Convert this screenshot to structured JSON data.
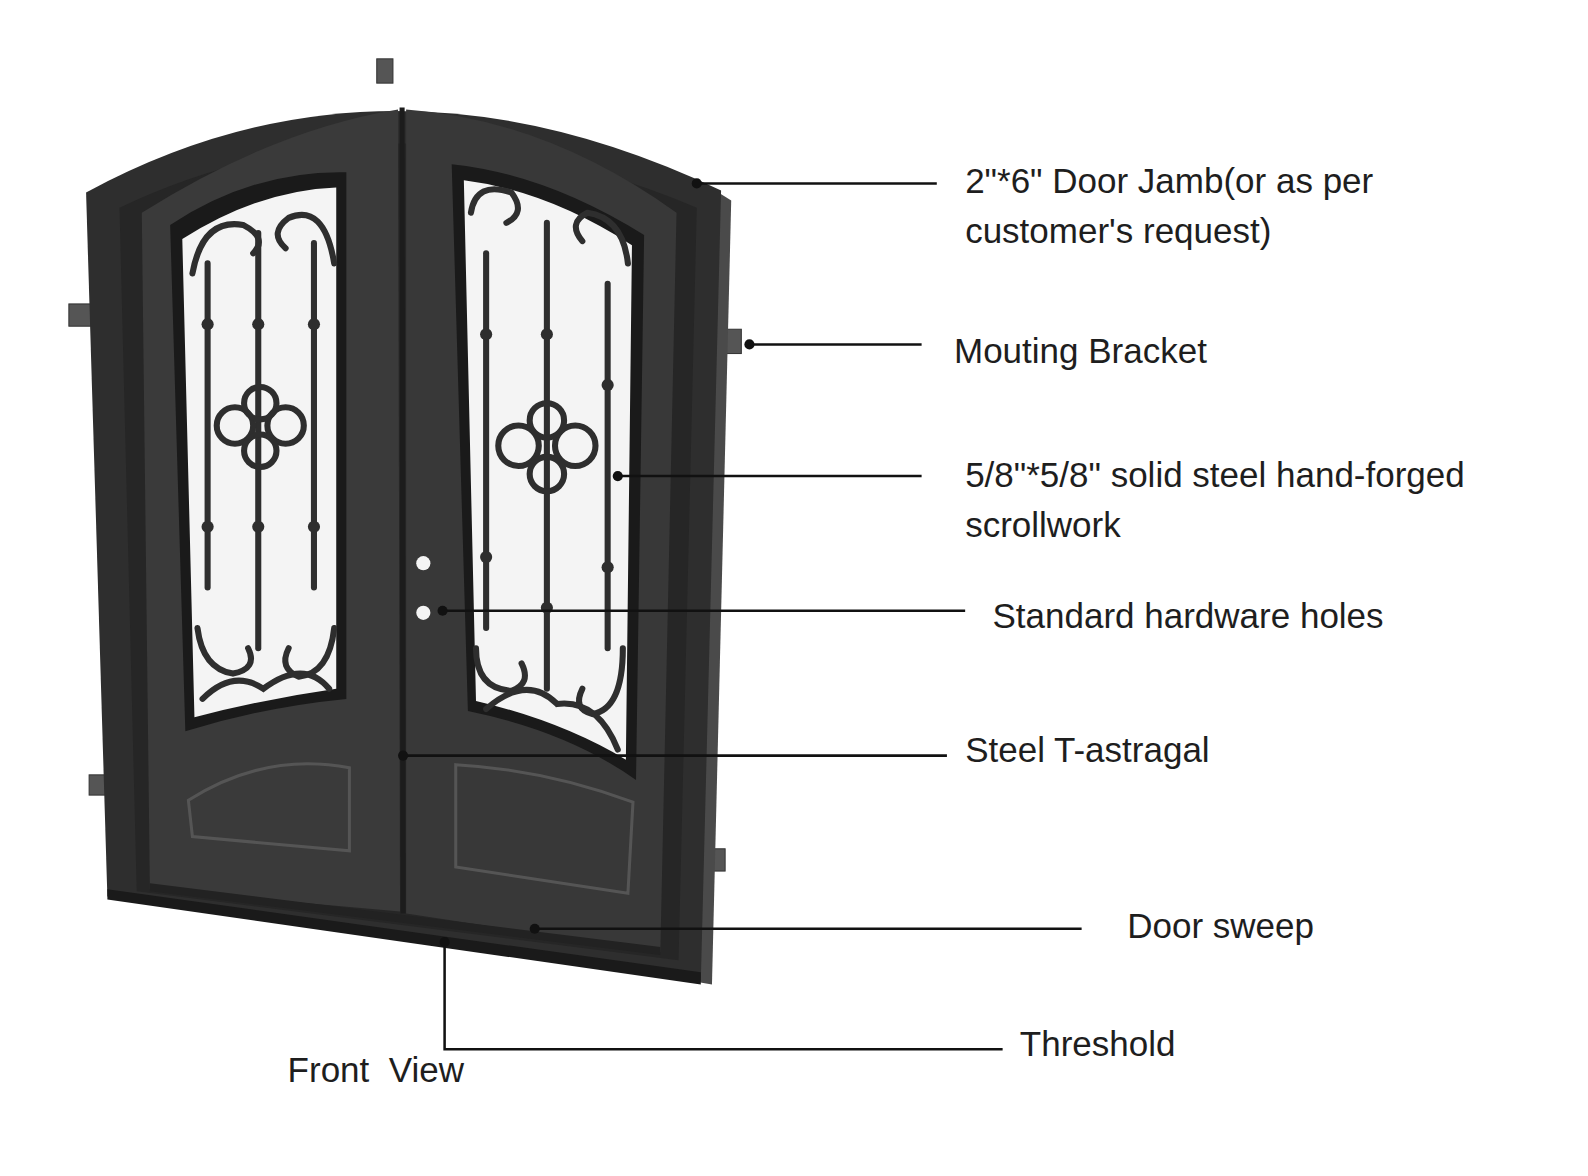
{
  "diagram": {
    "caption": "Front  View",
    "labels": [
      "2\"*6\" Door Jamb(or as per customer's request)",
      "Mouting Bracket",
      "5/8\"*5/8\" solid steel hand-forged scrollwork",
      "Standard hardware holes",
      "Steel T-astragal",
      "Door sweep",
      "Threshold"
    ]
  }
}
